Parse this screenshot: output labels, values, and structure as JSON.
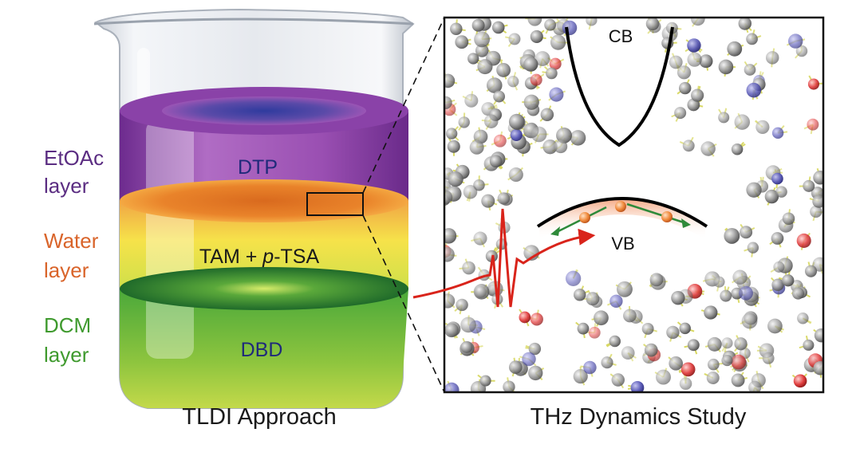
{
  "layer_labels": {
    "etoac": {
      "line1": "EtOAc",
      "line2": "layer",
      "color": "#5b2d82"
    },
    "water": {
      "line1": "Water",
      "line2": "layer",
      "color": "#d9642a"
    },
    "dcm": {
      "line1": "DCM",
      "line2": "layer",
      "color": "#3f9a2e"
    }
  },
  "beaker_text": {
    "top_compound": "DTP",
    "middle_prefix": "TAM + ",
    "middle_italic": "p",
    "middle_suffix": "-TSA",
    "bottom_compound": "DBD"
  },
  "band_labels": {
    "conduction": "CB",
    "valence": "VB"
  },
  "captions": {
    "left": "TLDI Approach",
    "right": "THz Dynamics Study"
  },
  "colors": {
    "etoac_phase": "#8a3fa8",
    "water_phase": "#e8781e",
    "dcm_phase": "#3f9a2e",
    "compound_text": "#1f2a7a",
    "thz_pulse": "#d9241b",
    "carrier": "#f08a3c",
    "carrier_arrow": "#2f8a3a"
  }
}
